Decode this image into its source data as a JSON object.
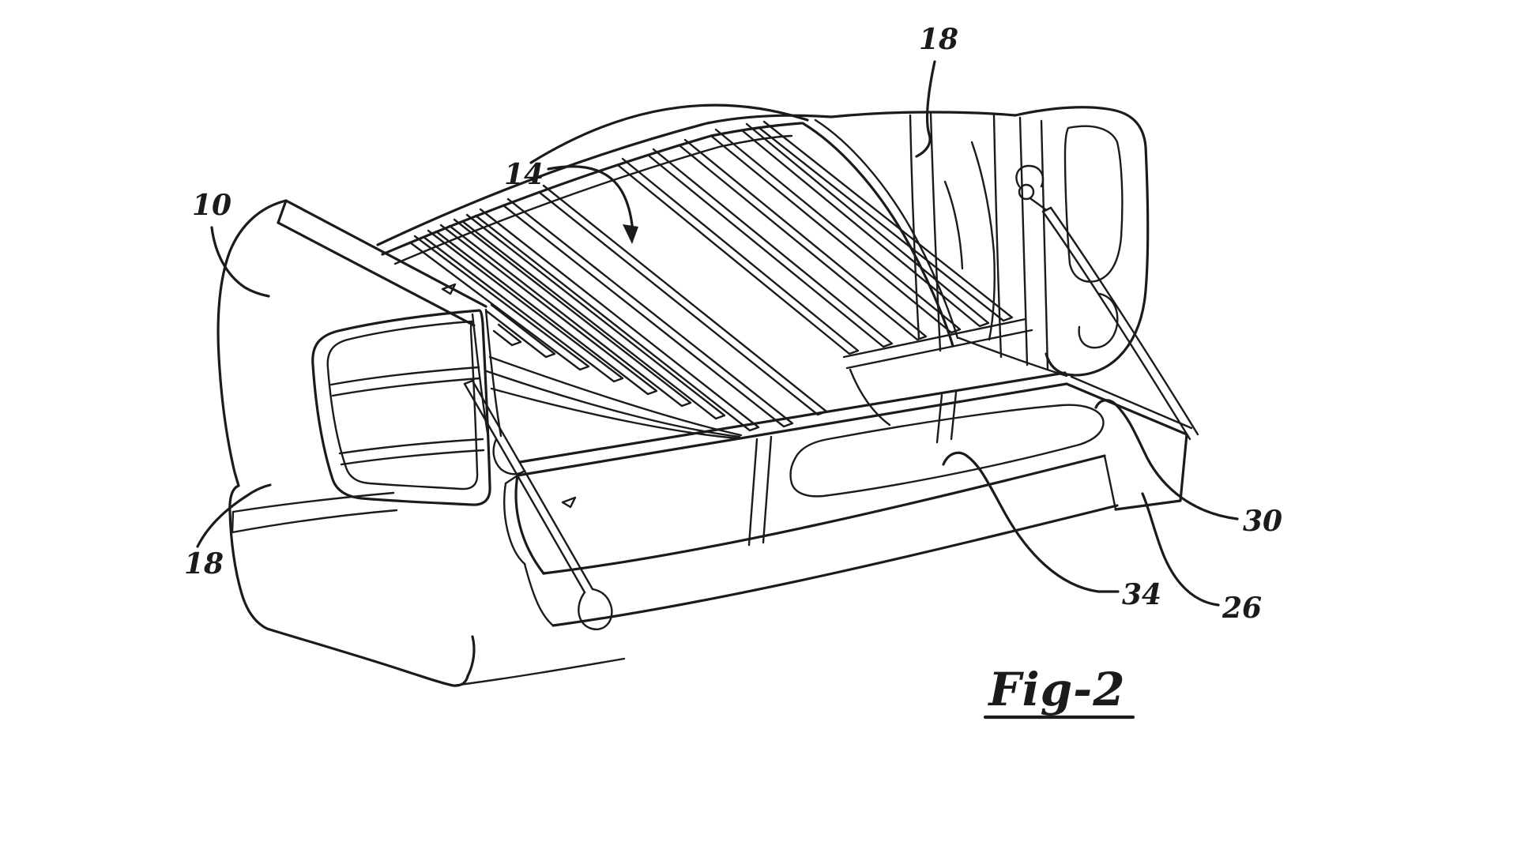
{
  "figure": {
    "caption": "Fig-2",
    "labels": {
      "l10": "10",
      "l14": "14",
      "l18_top": "18",
      "l18_left": "18",
      "l26": "26",
      "l30": "30",
      "l34": "34"
    }
  },
  "colors": {
    "ink": "#1b1b1b",
    "background": "#ffffff"
  }
}
